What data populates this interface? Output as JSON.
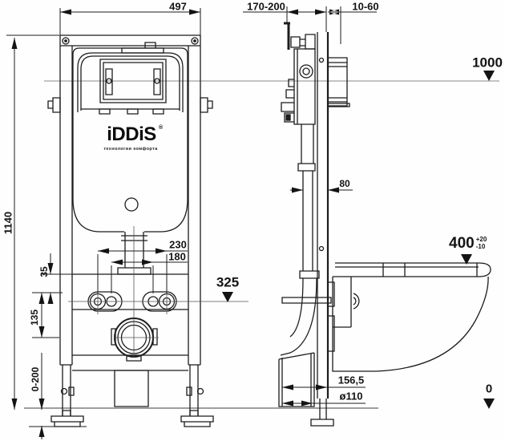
{
  "brand": {
    "name": "iDDiS",
    "reg": "®",
    "tagline": "технологии комфорта"
  },
  "front_view": {
    "dims": {
      "width": "497",
      "height": "1140",
      "bolt_spacing_outer": "230",
      "bolt_spacing_inner": "180",
      "offset_top": "35",
      "offset_drain": "135",
      "leg_adjust": "0-200",
      "bolt_level": "325"
    }
  },
  "side_view": {
    "dims": {
      "depth": "170-200",
      "plate_recess": "10-60",
      "panel_level": "1000",
      "pipe_offset": "80",
      "outlet_length": "156,5",
      "outlet_diameter": "ø110",
      "bowl_level": "400",
      "bowl_tol_plus": "+20",
      "bowl_tol_minus": "-10",
      "floor_level": "0"
    }
  }
}
